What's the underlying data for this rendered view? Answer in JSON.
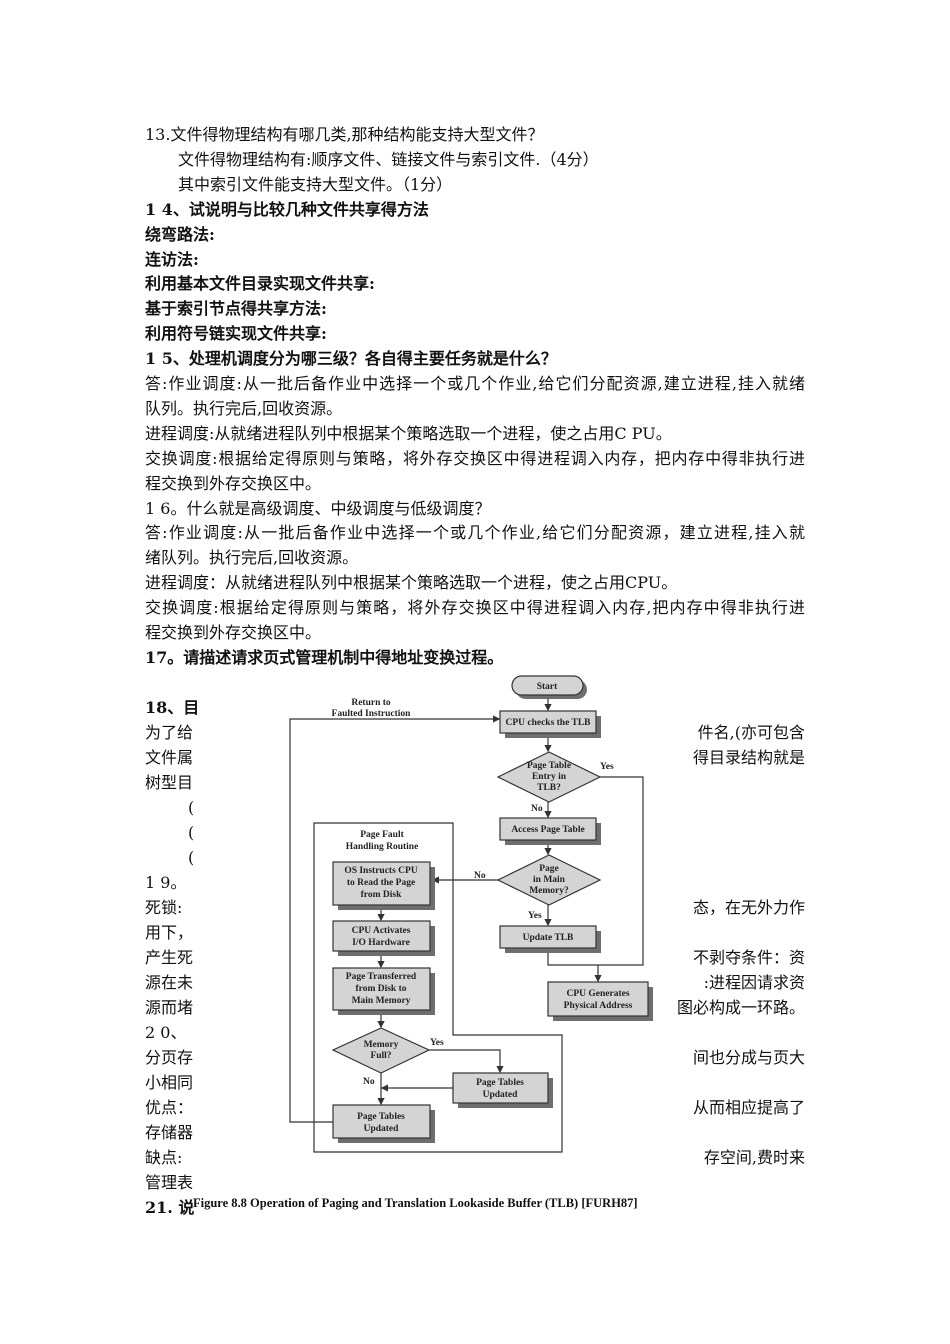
{
  "upper_lines": [
    {
      "text": "13.文件得物理结构有哪几类,那种结构能支持大型文件？",
      "style": "b0"
    },
    {
      "text": "文件得物理结构有:顺序文件、链接文件与索引文件.（4分）",
      "style": "ind"
    },
    {
      "text": "其中索引文件能支持大型文件。（1分）",
      "style": "ind"
    },
    {
      "text": "1 4、试说明与比较几种文件共享得方法",
      "style": "b"
    },
    {
      "text": "绕弯路法:",
      "style": "b"
    },
    {
      "text": "连访法:",
      "style": "b"
    },
    {
      "text": "利用基本文件目录实现文件共享:",
      "style": "b"
    },
    {
      "text": "基于索引节点得共享方法:",
      "style": "b"
    },
    {
      "text": "利用符号链实现文件共享:",
      "style": "b"
    },
    {
      "text": " 1 5、处理机调度分为哪三级？各自得主要任务就是什么？",
      "style": "b"
    },
    {
      "text": "答:作业调度:从一批后备作业中选择一个或几个作业,给它们分配资源,建立进程,挂入就绪",
      "style": "full"
    },
    {
      "text": "队列。执行完后,回收资源。",
      "style": ""
    },
    {
      "text": "进程调度:从就绪进程队列中根据某个策略选取一个进程，使之占用C PU。",
      "style": ""
    },
    {
      "text": "交换调度:根据给定得原则与策略，将外存交换区中得进程调入内存，把内存中得非执行进",
      "style": "full"
    },
    {
      "text": "程交换到外存交换区中。",
      "style": ""
    },
    {
      "text": "1 6。什么就是高级调度、中级调度与低级调度？",
      "style": ""
    },
    {
      "text": "答:作业调度:从一批后备作业中选择一个或几个作业,给它们分配资源，建立进程,挂入就",
      "style": "full"
    },
    {
      "text": "绪队列。执行完后,回收资源。",
      "style": ""
    },
    {
      "text": "进程调度：从就绪进程队列中根据某个策略选取一个进程，使之占用CPU。",
      "style": ""
    },
    {
      "text": "交换调度:根据给定得原则与策略，将外存交换区中得进程调入内存,把内存中得非执行进",
      "style": "full"
    },
    {
      "text": "程交换到外存交换区中。",
      "style": ""
    },
    {
      "text": "17。请描述请求页式管理机制中得地址变换过程。",
      "style": "b"
    }
  ],
  "lower_lines": [
    {
      "left": "18、目",
      "right": "",
      "style": "b"
    },
    {
      "left": "为了给",
      "right": "件名,(亦可包含",
      "style": ""
    },
    {
      "left": "文件属",
      "right": "得目录结构就是",
      "style": ""
    },
    {
      "left": "树型目",
      "right": "",
      "style": ""
    },
    {
      "left": "(",
      "right": "",
      "style": "ind2"
    },
    {
      "left": "(",
      "right": "",
      "style": "ind2"
    },
    {
      "left": "(",
      "right": "",
      "style": "ind2"
    },
    {
      "left": "1 9。",
      "right": "",
      "style": ""
    },
    {
      "left": "死锁:",
      "right": "态，在无外力作",
      "style": ""
    },
    {
      "left": "用下，",
      "right": "",
      "style": ""
    },
    {
      "left": "产生死",
      "right": "不剥夺条件：资",
      "style": ""
    },
    {
      "left": "源在未",
      "right": ":进程因请求资",
      "style": ""
    },
    {
      "left": "源而堵",
      "right": "图必构成一环路。",
      "style": ""
    },
    {
      "left": "2 0、",
      "right": "",
      "style": ""
    },
    {
      "left": "分页存",
      "right": "间也分成与页大",
      "style": ""
    },
    {
      "left": "小相同",
      "right": "",
      "style": ""
    },
    {
      "left": "优点：",
      "right": "从而相应提高了",
      "style": ""
    },
    {
      "left": "存储器",
      "right": "",
      "style": ""
    },
    {
      "left": "缺点:",
      "right": "存空间,费时来",
      "style": ""
    },
    {
      "left": "管理表",
      "right": "",
      "style": ""
    },
    {
      "left": "21. 说",
      "right": "",
      "style": "b"
    }
  ],
  "figure": {
    "start": "Start",
    "return_label": [
      "Return to",
      "Faulted Instruction"
    ],
    "cpu_checks_tlb": "CPU checks the TLB",
    "tlb_decision": [
      "Page Table",
      "Entry in",
      "TLB?"
    ],
    "yes1": "Yes",
    "no1": "No",
    "access_page_table": "Access Page Table",
    "mem_decision": [
      "Page",
      "in Main",
      "Memory?"
    ],
    "no2": "No",
    "yes2": "Yes",
    "update_tlb": "Update TLB",
    "cpu_generates": [
      "CPU Generates",
      "Physical Address"
    ],
    "routine_title": [
      "Page Fault",
      "Handling Routine"
    ],
    "os_instructs": [
      "OS Instructs CPU",
      "to Read the Page",
      "from Disk"
    ],
    "cpu_activates": [
      "CPU Activates",
      "I/O Hardware"
    ],
    "page_transferred": [
      "Page Transferred",
      "from Disk to",
      "Main Memory"
    ],
    "mem_full": [
      "Memory",
      "Full?"
    ],
    "yes3": "Yes",
    "no3": "No",
    "page_tables_updated_right": [
      "Page Tables",
      "Updated"
    ],
    "page_tables_updated_left": [
      "Page Tables",
      "Updated"
    ],
    "caption": "Figure 8.8   Operation of Paging and Translation Lookaside Buffer (TLB) [FURH87]"
  }
}
